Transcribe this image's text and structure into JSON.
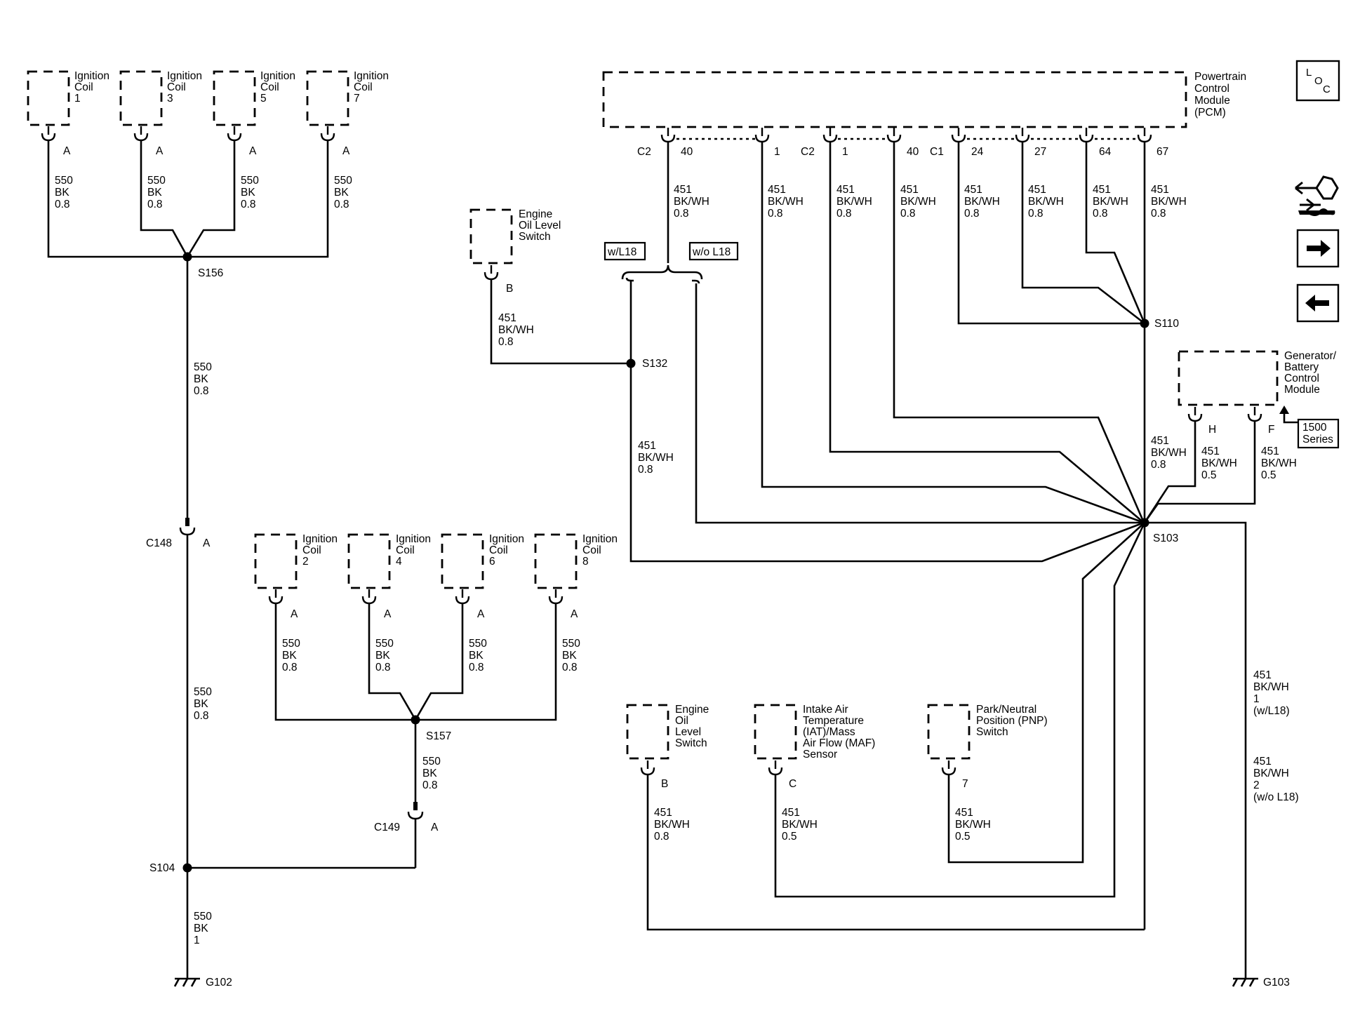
{
  "icons": {
    "loc": {
      "l": "L",
      "o": "O",
      "c": "C"
    }
  },
  "components": {
    "pcm": [
      "Powertrain",
      "Control",
      "Module",
      "(PCM)"
    ],
    "ign1": [
      "Ignition",
      "Coil",
      "1"
    ],
    "ign3": [
      "Ignition",
      "Coil",
      "3"
    ],
    "ign5": [
      "Ignition",
      "Coil",
      "5"
    ],
    "ign7": [
      "Ignition",
      "Coil",
      "7"
    ],
    "ign2": [
      "Ignition",
      "Coil",
      "2"
    ],
    "ign4": [
      "Ignition",
      "Coil",
      "4"
    ],
    "ign6": [
      "Ignition",
      "Coil",
      "6"
    ],
    "ign8": [
      "Ignition",
      "Coil",
      "8"
    ],
    "eol_top": [
      "Engine",
      "Oil Level",
      "Switch"
    ],
    "eol_bot": [
      "Engine",
      "Oil",
      "Level",
      "Switch"
    ],
    "iat": [
      "Intake Air",
      "Temperature",
      "(IAT)/Mass",
      "Air Flow (MAF)",
      "Sensor"
    ],
    "pnp": [
      "Park/Neutral",
      "Position (PNP)",
      "Switch"
    ],
    "gen": [
      "Generator/",
      "Battery",
      "Control",
      "Module"
    ]
  },
  "tags": {
    "w_l18": "w/L18",
    "wo_l18": "w/o L18",
    "series": [
      "1500",
      "Series"
    ]
  },
  "pins": {
    "A": "A",
    "B": "B",
    "C": "C",
    "H": "H",
    "F": "F",
    "seven": "7",
    "c2": "C2",
    "c1": "C1",
    "p40": "40",
    "p1": "1",
    "p24": "24",
    "p27": "27",
    "p64": "64",
    "p67": "67"
  },
  "splices": {
    "s156": "S156",
    "s157": "S157",
    "s104": "S104",
    "s132": "S132",
    "s110": "S110",
    "s103": "S103"
  },
  "connectors": {
    "c148": "C148",
    "c149": "C149"
  },
  "grounds": {
    "g102": "G102",
    "g103": "G103"
  },
  "wires": {
    "w550_08": [
      "550",
      "BK",
      "0.8"
    ],
    "w550_1": [
      "550",
      "BK",
      "1"
    ],
    "w451_08": [
      "451",
      "BK/WH",
      "0.8"
    ],
    "w451_05": [
      "451",
      "BK/WH",
      "0.5"
    ],
    "w451_1_wl18": [
      "451",
      "BK/WH",
      "1",
      "(w/L18)"
    ],
    "w451_2_wol18": [
      "451",
      "BK/WH",
      "2",
      "(w/o L18)"
    ]
  }
}
